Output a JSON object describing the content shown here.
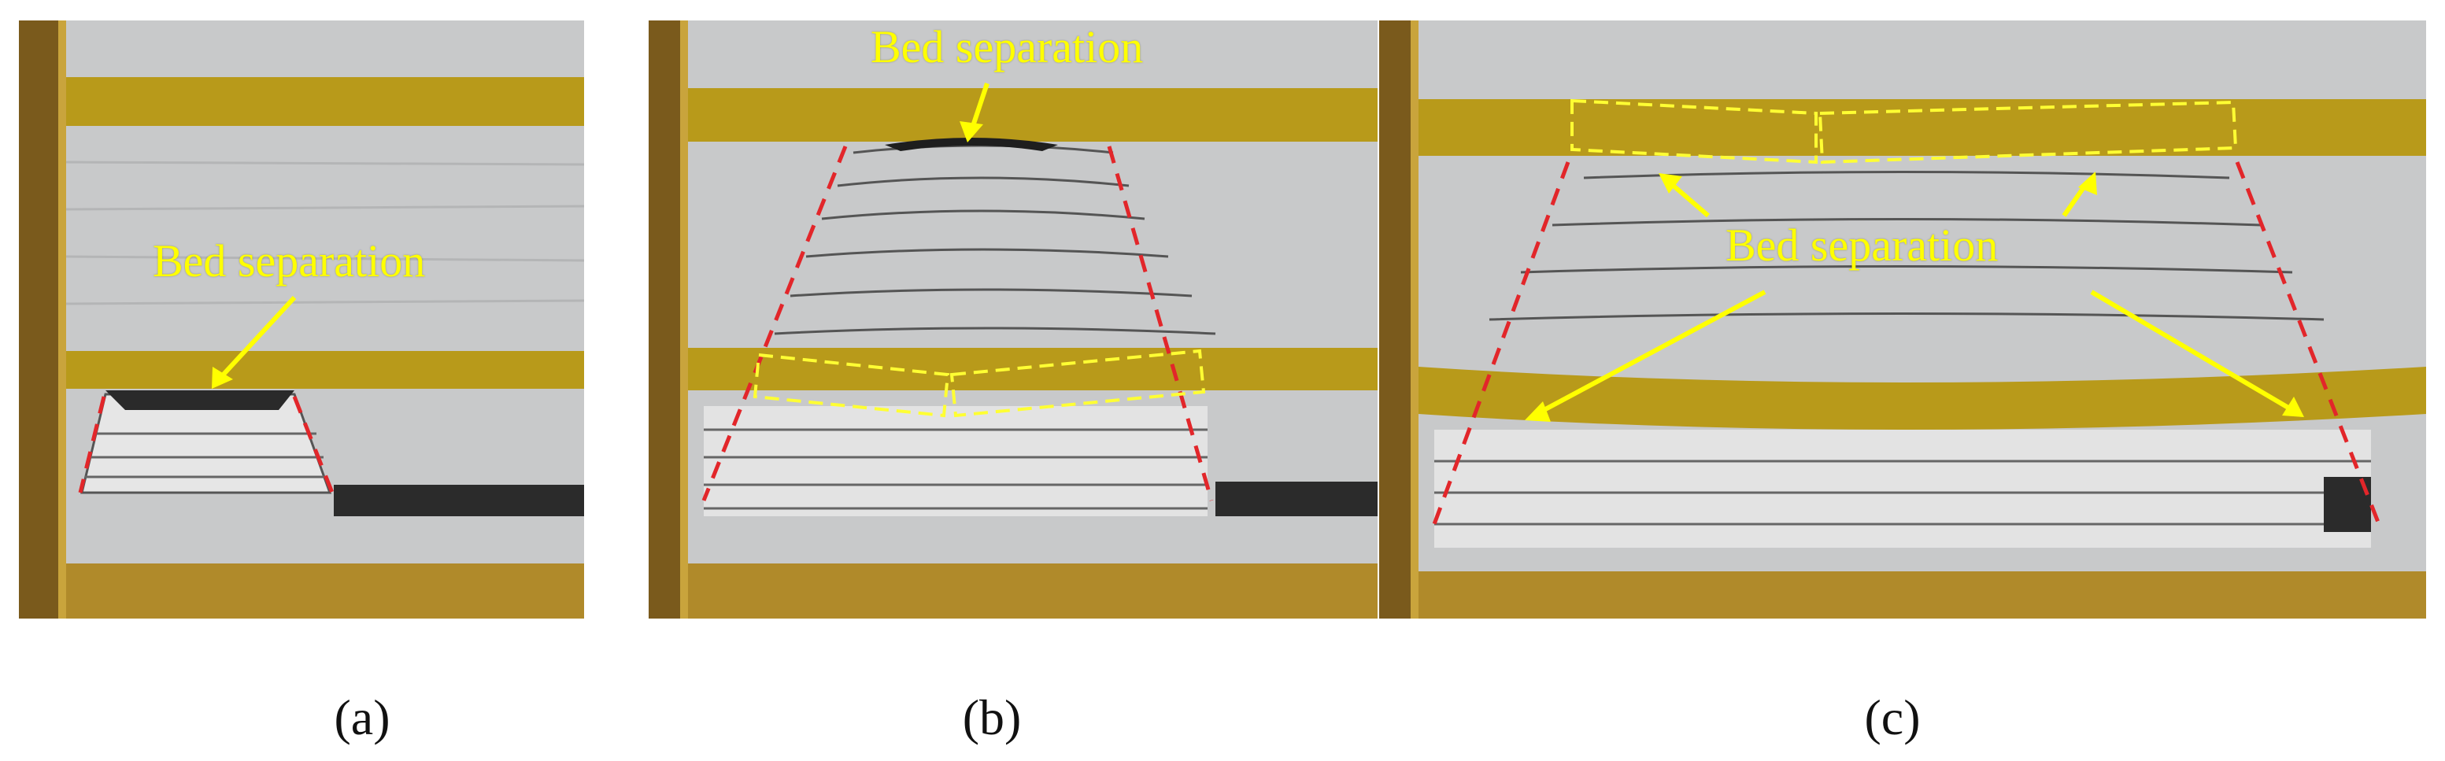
{
  "panels": [
    {
      "caption": "(a)",
      "annotation": "Bed separation"
    },
    {
      "caption": "(b)",
      "annotation": "Bed separation"
    },
    {
      "caption": "(c)",
      "annotation": "Bed separation"
    }
  ],
  "colors": {
    "rock_layer": "#c9cacb",
    "marker_band": "#b89a1a",
    "frame": "#7a5a1c",
    "coal_seam": "#2b2b2b",
    "annotation": "#ffff00",
    "fracture_line": "#e2262a",
    "highlight_box": "#ffff33"
  }
}
